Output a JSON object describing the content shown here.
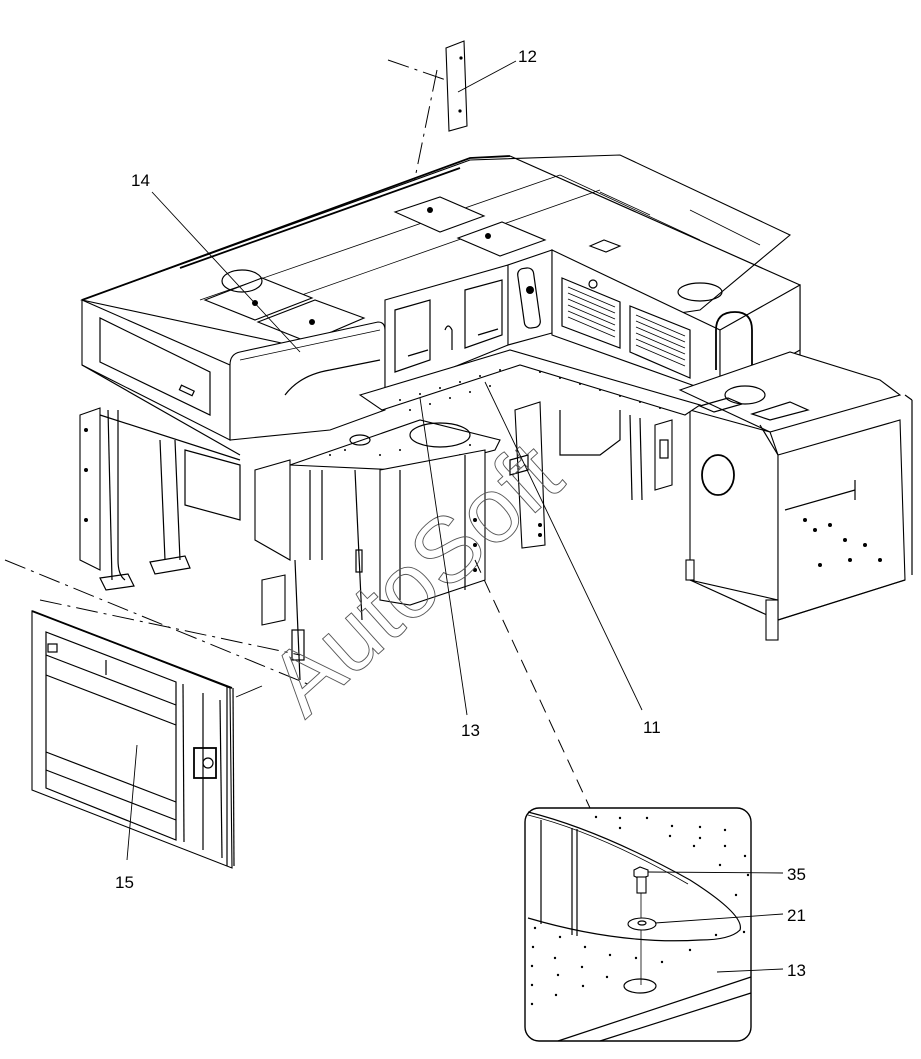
{
  "diagram": {
    "type": "exploded-assembly-view",
    "watermark": "AutoSoft",
    "callouts": [
      {
        "id": "callout-12",
        "label": "12",
        "part": "small bracket plate"
      },
      {
        "id": "callout-14",
        "label": "14",
        "part": "top cover panel"
      },
      {
        "id": "callout-13",
        "label": "13",
        "part": "perforated floor plate"
      },
      {
        "id": "callout-11",
        "label": "11",
        "part": "perforated floor plate (right)"
      },
      {
        "id": "callout-15",
        "label": "15",
        "part": "front door panel"
      }
    ],
    "detail_view": {
      "callouts": [
        {
          "id": "detail-callout-35",
          "label": "35",
          "part": "hex bolt"
        },
        {
          "id": "detail-callout-21",
          "label": "21",
          "part": "washer"
        },
        {
          "id": "detail-callout-13",
          "label": "13",
          "part": "perforated floor plate"
        }
      ]
    }
  }
}
